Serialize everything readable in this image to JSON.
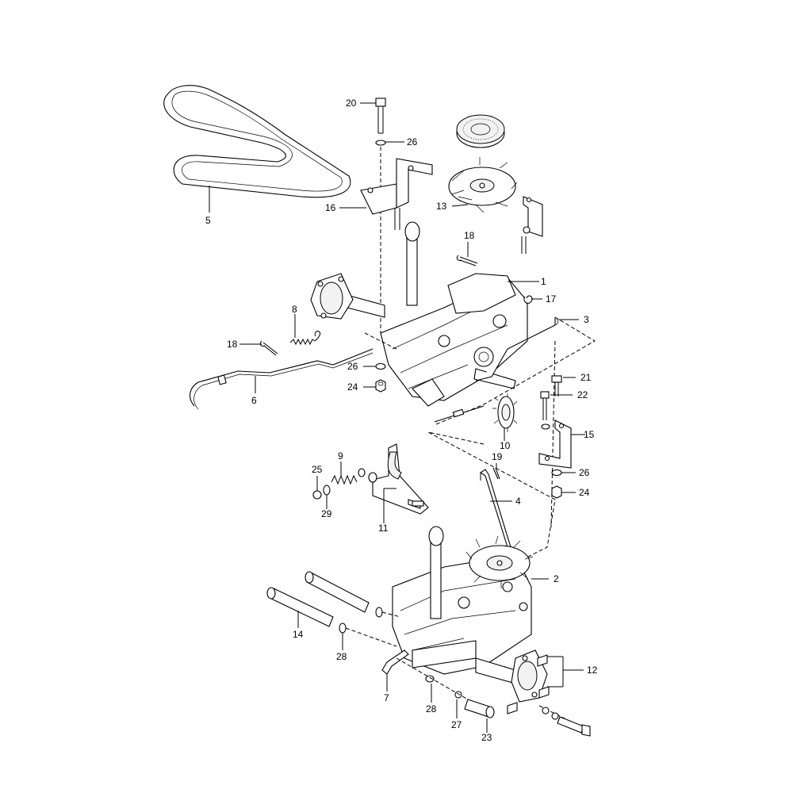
{
  "callouts": {
    "c1": "1",
    "c2": "2",
    "c3": "3",
    "c4": "4",
    "c5": "5",
    "c6": "6",
    "c7": "7",
    "c8": "8",
    "c9": "9",
    "c10": "10",
    "c11": "11",
    "c12": "12",
    "c13": "13",
    "c14": "14",
    "c15": "15",
    "c16": "16",
    "c17": "17",
    "c18a": "18",
    "c18b": "18",
    "c19": "19",
    "c20": "20",
    "c21": "21",
    "c22": "22",
    "c23": "23",
    "c24a": "24",
    "c24b": "24",
    "c25": "25",
    "c26a": "26",
    "c26b": "26",
    "c26c": "26",
    "c27": "27",
    "c28a": "28",
    "c28b": "28",
    "c29": "29"
  }
}
